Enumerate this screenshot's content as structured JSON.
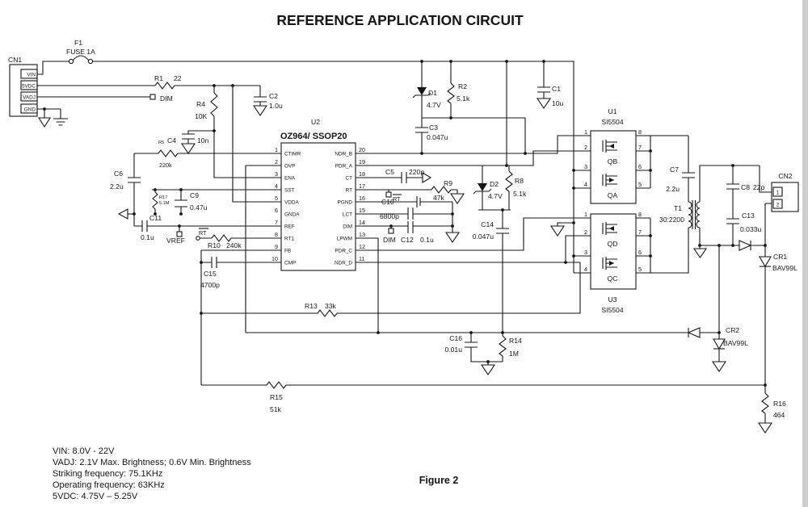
{
  "title": "REFERENCE APPLICATION CIRCUIT",
  "figure_caption": "Figure 2",
  "notes": [
    "VIN: 8.0V - 22V",
    "VADJ: 2.1V Max. Brightness; 0.6V Min. Brightness",
    "Striking frequency: 75.1KHz",
    "Operating frequency: 63KHz",
    "5VDC: 4.75V – 5.25V"
  ],
  "cn1": {
    "ref": "CN1",
    "pins": [
      "VIN",
      "5VDC",
      "VADJ",
      "GND"
    ]
  },
  "cn2": {
    "ref": "CN2",
    "pins": [
      "1",
      "2"
    ]
  },
  "u2": {
    "ref": "U2",
    "part": "OZ964/ SSOP20",
    "left": [
      {
        "n": "1",
        "name": "CTIMR"
      },
      {
        "n": "2",
        "name": "OVP"
      },
      {
        "n": "3",
        "name": "ENA"
      },
      {
        "n": "4",
        "name": "SST"
      },
      {
        "n": "5",
        "name": "VDDA"
      },
      {
        "n": "6",
        "name": "GNDA"
      },
      {
        "n": "7",
        "name": "REF"
      },
      {
        "n": "8",
        "name": "RT1"
      },
      {
        "n": "9",
        "name": "FB"
      },
      {
        "n": "10",
        "name": "CMP"
      }
    ],
    "right": [
      {
        "n": "20",
        "name": "NDR_B"
      },
      {
        "n": "19",
        "name": "PDR_A"
      },
      {
        "n": "18",
        "name": "CT"
      },
      {
        "n": "17",
        "name": "RT"
      },
      {
        "n": "16",
        "name": "PGND"
      },
      {
        "n": "15",
        "name": "LCT"
      },
      {
        "n": "14",
        "name": "DIM"
      },
      {
        "n": "13",
        "name": "LPWM"
      },
      {
        "n": "12",
        "name": "PDR_C"
      },
      {
        "n": "11",
        "name": "NDR_D"
      }
    ]
  },
  "u1": {
    "ref": "U1",
    "part": "SI5504",
    "fet_top": "QB",
    "fet_bottom": "QA",
    "pins_left": [
      "1",
      "2",
      "3",
      "4"
    ],
    "pins_right": [
      "8",
      "7",
      "6",
      "5"
    ]
  },
  "u3": {
    "ref": "U3",
    "part": "SI5504",
    "fet_top": "QD",
    "fet_bottom": "QC",
    "pins_left": [
      "1",
      "2",
      "3",
      "4"
    ],
    "pins_right": [
      "8",
      "7",
      "6",
      "5"
    ]
  },
  "t1": {
    "ref": "T1",
    "value": "30:2200"
  },
  "parts": {
    "f1": {
      "ref": "F1",
      "value": "FUSE 1A"
    },
    "r1": {
      "ref": "R1",
      "value": "22"
    },
    "r2": {
      "ref": "R2",
      "value": "5.1k"
    },
    "r4": {
      "ref": "R4",
      "value": "10K"
    },
    "r5": {
      "ref": "R5",
      "value": "220k"
    },
    "r8": {
      "ref": "R8",
      "value": "5.1k"
    },
    "r9": {
      "ref": "R9",
      "value": "47k"
    },
    "r10": {
      "ref": "R10",
      "value": "240k"
    },
    "r13": {
      "ref": "R13",
      "value": "33k"
    },
    "r14": {
      "ref": "R14",
      "value": "1M"
    },
    "r15": {
      "ref": "R15",
      "value": "51k"
    },
    "r16": {
      "ref": "R16",
      "value": "464"
    },
    "r17": {
      "ref": "R17",
      "value": "5.1M"
    },
    "c1": {
      "ref": "C1",
      "value": "10u"
    },
    "c2": {
      "ref": "C2",
      "value": "1.0u"
    },
    "c3": {
      "ref": "C3",
      "value": "0.047u"
    },
    "c4": {
      "ref": "C4",
      "value": "10n"
    },
    "c5": {
      "ref": "C5",
      "value": "220p"
    },
    "c6": {
      "ref": "C6",
      "value": "2.2u"
    },
    "c7": {
      "ref": "C7",
      "value": "2.2u"
    },
    "c8": {
      "ref": "C8",
      "value": "22p"
    },
    "c9": {
      "ref": "C9",
      "value": "0.47u"
    },
    "c10": {
      "ref": "C10",
      "value": "6800p"
    },
    "c11": {
      "ref": "C11",
      "value": "0.1u"
    },
    "c12": {
      "ref": "C12",
      "value": "0.1u"
    },
    "c13": {
      "ref": "C13",
      "value": "0.033u"
    },
    "c14": {
      "ref": "C14",
      "value": "0.047u"
    },
    "c15": {
      "ref": "C15",
      "value": "4700p"
    },
    "c16": {
      "ref": "C16",
      "value": "0.01u"
    },
    "d1": {
      "ref": "D1",
      "value": "4.7V"
    },
    "d2": {
      "ref": "D2",
      "value": "4.7V"
    },
    "cr1": {
      "ref": "CR1",
      "value": "BAV99L"
    },
    "cr2": {
      "ref": "CR2",
      "value": "BAV99L"
    }
  },
  "nets": {
    "dim_in": "DIM",
    "vref": "VREF",
    "rt_tp_left": "RT",
    "rt_tp_right": "RT",
    "dim_tp": "DIM"
  }
}
